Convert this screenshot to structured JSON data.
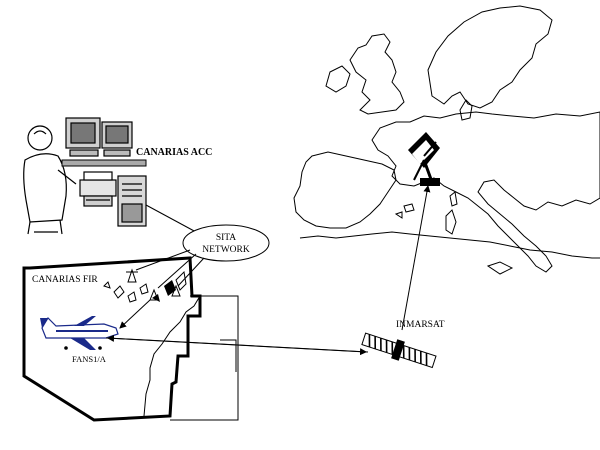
{
  "labels": {
    "canarias_acc": "CANARIAS ACC",
    "sita_line1": "SITA",
    "sita_line2": "NETWORK",
    "canarias_fir": "CANARIAS FIR",
    "fans": "FANS1/A",
    "inmarsat": "INMARSAT"
  },
  "icons": [
    "controller-person-icon",
    "monitor-icon",
    "printer-icon",
    "computer-tower-icon",
    "satellite-dish-icon",
    "satellite-icon",
    "airplane-icon",
    "radio-tower-icon"
  ],
  "colors": {
    "ink": "#000000",
    "background": "#ffffff",
    "aircraft_blue": "#1a2a8a"
  }
}
